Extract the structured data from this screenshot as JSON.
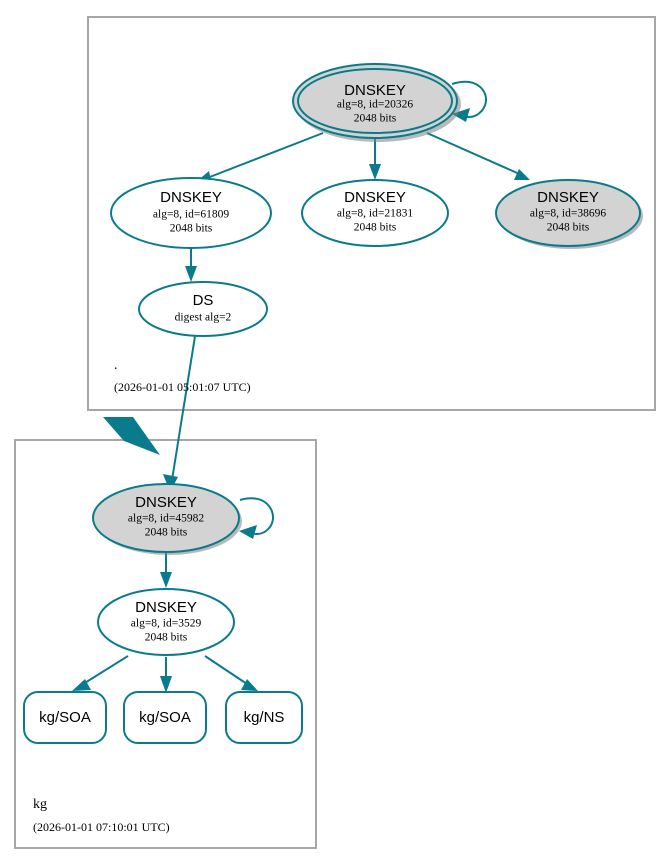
{
  "diagram": {
    "type": "dnssec-authentication-chain",
    "accent_color": "#0a7b8c",
    "secure_node_fill": "#d3d3d3",
    "insecure_node_fill": "#ffffff",
    "cluster_border_color": "#a6a6a6"
  },
  "zones": [
    {
      "id": "root",
      "name": ".",
      "timestamp": "(2026-01-01 05:01:07 UTC)"
    },
    {
      "id": "kg",
      "name": "kg",
      "timestamp": "(2026-01-01 07:10:01 UTC)"
    }
  ],
  "nodes": {
    "root_ksk": {
      "type": "DNSKEY",
      "title": "DNSKEY",
      "detail": "alg=8, id=20326",
      "size": "2048 bits",
      "shape": "doubleoctagon-ellipse",
      "filled": true,
      "self_signed": true
    },
    "root_zsk_61809": {
      "type": "DNSKEY",
      "title": "DNSKEY",
      "detail": "alg=8, id=61809",
      "size": "2048 bits",
      "shape": "ellipse",
      "filled": false,
      "self_signed": false
    },
    "root_zsk_21831": {
      "type": "DNSKEY",
      "title": "DNSKEY",
      "detail": "alg=8, id=21831",
      "size": "2048 bits",
      "shape": "ellipse",
      "filled": false,
      "self_signed": false
    },
    "root_zsk_38696": {
      "type": "DNSKEY",
      "title": "DNSKEY",
      "detail": "alg=8, id=38696",
      "size": "2048 bits",
      "shape": "ellipse",
      "filled": true,
      "self_signed": false
    },
    "root_ds": {
      "type": "DS",
      "title": "DS",
      "detail": "digest alg=2",
      "size": "",
      "shape": "ellipse",
      "filled": false,
      "self_signed": false
    },
    "kg_ksk": {
      "type": "DNSKEY",
      "title": "DNSKEY",
      "detail": "alg=8, id=45982",
      "size": "2048 bits",
      "shape": "ellipse",
      "filled": true,
      "self_signed": true
    },
    "kg_zsk": {
      "type": "DNSKEY",
      "title": "DNSKEY",
      "detail": "alg=8, id=3529",
      "size": "2048 bits",
      "shape": "ellipse",
      "filled": false,
      "self_signed": false
    }
  },
  "leaf_nodes": [
    {
      "id": "kg_soa_1",
      "label": "kg/SOA"
    },
    {
      "id": "kg_soa_2",
      "label": "kg/SOA"
    },
    {
      "id": "kg_ns",
      "label": "kg/NS"
    }
  ]
}
